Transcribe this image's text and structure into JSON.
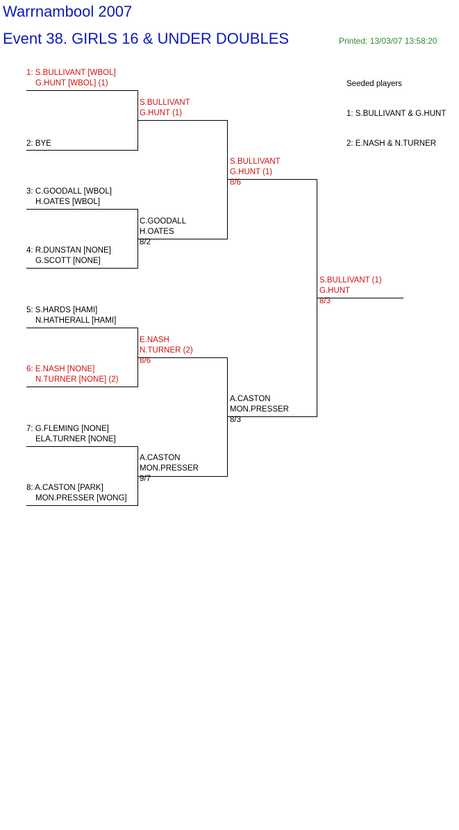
{
  "header": {
    "tournament": "Warrnambool 2007",
    "event": "Event 38. GIRLS 16 & UNDER DOUBLES",
    "printed": "Printed: 13/03/07 13:58:20"
  },
  "seeds": {
    "heading": "Seeded players",
    "items": [
      "1: S.BULLIVANT & G.HUNT",
      "2: E.NASH & N.TURNER"
    ]
  },
  "draw": [
    {
      "line1": "1: S.BULLIVANT [WBOL]",
      "line2": "G.HUNT [WBOL] (1)",
      "highlight": true
    },
    {
      "line1": "2: BYE",
      "line2": "",
      "highlight": false
    },
    {
      "line1": "3: C.GOODALL [WBOL]",
      "line2": "H.OATES [WBOL]",
      "highlight": false
    },
    {
      "line1": "4: R.DUNSTAN [NONE]",
      "line2": "G.SCOTT [NONE]",
      "highlight": false
    },
    {
      "line1": "5: S.HARDS [HAMI]",
      "line2": "N.HATHERALL [HAMI]",
      "highlight": false
    },
    {
      "line1": "6: E.NASH [NONE]",
      "line2": "N.TURNER [NONE] (2)",
      "highlight": true
    },
    {
      "line1": "7: G.FLEMING [NONE]",
      "line2": "ELA.TURNER [NONE]",
      "highlight": false
    },
    {
      "line1": "8: A.CASTON [PARK]",
      "line2": "MON.PRESSER [WONG]",
      "highlight": false
    }
  ],
  "round2": [
    {
      "line1": "S.BULLIVANT",
      "line2": "G.HUNT (1)",
      "score": "",
      "highlight": true
    },
    {
      "line1": "C.GOODALL",
      "line2": "H.OATES",
      "score": "8/2",
      "highlight": false
    },
    {
      "line1": "E.NASH",
      "line2": "N.TURNER (2)",
      "score": "8/6",
      "highlight": true
    },
    {
      "line1": "A.CASTON",
      "line2": "MON.PRESSER",
      "score": "9/7",
      "highlight": false
    }
  ],
  "semis": [
    {
      "line1": "S.BULLIVANT",
      "line2": "G.HUNT (1)",
      "score": "8/6",
      "highlight": true
    },
    {
      "line1": "A.CASTON",
      "line2": "MON.PRESSER",
      "score": "8/3",
      "highlight": false
    }
  ],
  "final": {
    "line1": "S.BULLIVANT (1)",
    "line2": "G.HUNT",
    "score": "8/3",
    "highlight": true
  }
}
